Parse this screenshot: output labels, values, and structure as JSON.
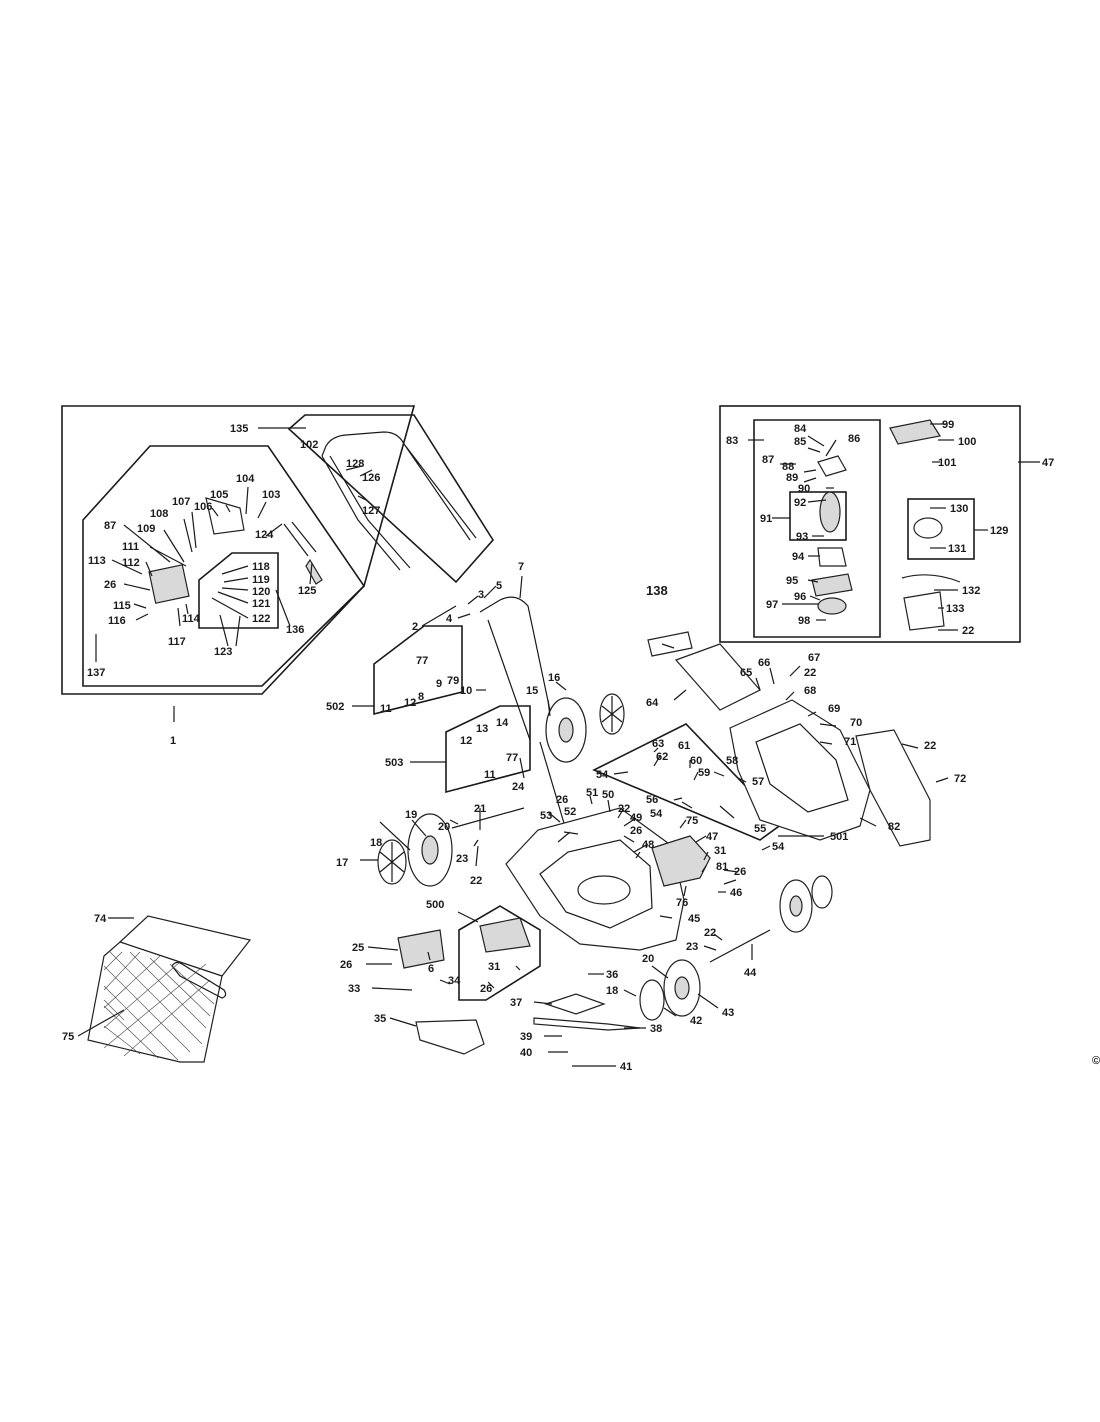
{
  "diagram": {
    "callouts": {
      "c1": "1",
      "c2": "2",
      "c3": "3",
      "c4": "4",
      "c5": "5",
      "c6": "6",
      "c7": "7",
      "c8": "8",
      "c9": "9",
      "c10": "10",
      "c11": "11",
      "c12": "12",
      "c13": "13",
      "c14": "14",
      "c15": "15",
      "c16": "16",
      "c17": "17",
      "c18": "18",
      "c19": "19",
      "c20": "20",
      "c21": "21",
      "c22": "22",
      "c23": "23",
      "c24": "24",
      "c25": "25",
      "c26": "26",
      "c31": "31",
      "c33": "33",
      "c34": "34",
      "c35": "35",
      "c36": "36",
      "c37": "37",
      "c38": "38",
      "c39": "39",
      "c40": "40",
      "c41": "41",
      "c42": "42",
      "c43": "43",
      "c44": "44",
      "c45": "45",
      "c46": "46",
      "c47": "47",
      "c48": "48",
      "c49": "49",
      "c50": "50",
      "c51": "51",
      "c52": "52",
      "c53": "53",
      "c54": "54",
      "c55": "55",
      "c56": "56",
      "c57": "57",
      "c58": "58",
      "c59": "59",
      "c60": "60",
      "c61": "61",
      "c62": "62",
      "c63": "63",
      "c64": "64",
      "c65": "65",
      "c66": "66",
      "c67": "67",
      "c68": "68",
      "c69": "69",
      "c70": "70",
      "c71": "71",
      "c72": "72",
      "c74": "74",
      "c75": "75",
      "c76": "76",
      "c77": "77",
      "c79": "79",
      "c81": "81",
      "c82": "82",
      "c83": "83",
      "c84": "84",
      "c85": "85",
      "c86": "86",
      "c87": "87",
      "c88": "88",
      "c89": "89",
      "c90": "90",
      "c91": "91",
      "c92": "92",
      "c93": "93",
      "c94": "94",
      "c95": "95",
      "c96": "96",
      "c97": "97",
      "c98": "98",
      "c99": "99",
      "c100": "100",
      "c101": "101",
      "c102": "102",
      "c103": "103",
      "c104": "104",
      "c105": "105",
      "c106": "106",
      "c107": "107",
      "c108": "108",
      "c109": "109",
      "c111": "111",
      "c112": "112",
      "c113": "113",
      "c114": "114",
      "c115": "115",
      "c116": "116",
      "c117": "117",
      "c118": "118",
      "c119": "119",
      "c120": "120",
      "c121": "121",
      "c122": "122",
      "c123": "123",
      "c124": "124",
      "c125": "125",
      "c126": "126",
      "c127": "127",
      "c128": "128",
      "c129": "129",
      "c130": "130",
      "c131": "131",
      "c132": "132",
      "c133": "133",
      "c135": "135",
      "c136": "136",
      "c137": "137",
      "c138": "138",
      "c500": "500",
      "c501": "501",
      "c502": "502",
      "c503": "503"
    },
    "edge_mark": "©"
  }
}
